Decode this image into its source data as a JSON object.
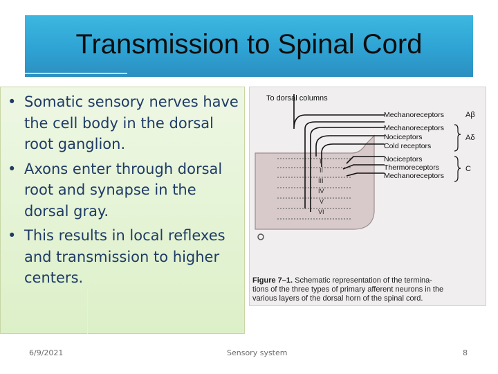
{
  "slide": {
    "title": "Transmission to Spinal Cord",
    "bullets": [
      "Somatic sensory nerves have the cell body in the dorsal root ganglion.",
      "Axons enter through dorsal root and synapse in the dorsal gray.",
      "This results in local reflexes and transmission to higher centers."
    ],
    "bullet_symbol": "•"
  },
  "figure": {
    "top_label": "To dorsal columns",
    "receptors": [
      {
        "label": "Mechanoreceptors",
        "fiber": "Aβ"
      },
      {
        "label": "Mechanoreceptors",
        "fiber": ""
      },
      {
        "label": "Nociceptors",
        "fiber": "Aδ"
      },
      {
        "label": "Cold receptors",
        "fiber": ""
      },
      {
        "label": "Nociceptors",
        "fiber": ""
      },
      {
        "label": "Thermoreceptors",
        "fiber": "C"
      },
      {
        "label": "Mechanoreceptors",
        "fiber": ""
      }
    ],
    "fiber_labels": {
      "a_beta": "Aβ",
      "a_delta": "Aδ",
      "c": "C"
    },
    "layers": [
      "I",
      "II",
      "III",
      "IV",
      "V",
      "VI"
    ],
    "caption_label": "Figure 7–1.",
    "caption_text_line1": " Schematic representation of the termina-",
    "caption_text_line2": "tions of the three types of primary afferent neurons in the",
    "caption_text_line3": "various layers of the dorsal horn of the spinal cord."
  },
  "footer": {
    "date": "6/9/2021",
    "center": "Sensory system",
    "page": "8"
  },
  "colors": {
    "title_bar": "#2ea3d4",
    "content_bg": "#dcf0c8",
    "bullet_text": "#1f3b66"
  }
}
